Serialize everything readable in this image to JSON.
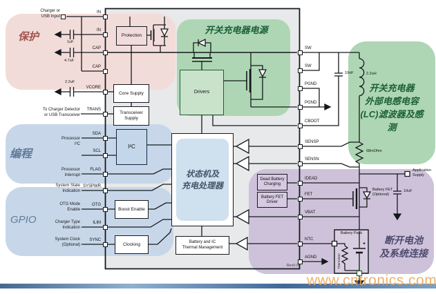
{
  "regions": {
    "protection": {
      "label": "保护"
    },
    "switch_power": {
      "label": "开关充电器电源"
    },
    "lc_filter": {
      "line1": "开关充电器",
      "line2": "外部电感电容",
      "line3": "(LC)滤波器及感",
      "line4": "测"
    },
    "programming": {
      "label": "编程"
    },
    "gpio": {
      "label": "GPIO"
    },
    "battery_disconnect": {
      "line1": "断开电池",
      "line2": "及系统连接"
    }
  },
  "blocks": {
    "protection": "Protection",
    "core_supply": "Core Supply",
    "transceiver_supply": {
      "line1": "Transceiver",
      "line2": "Supply"
    },
    "i2c": "I²C",
    "boost_enable": "Boost Enable",
    "clocking": "Clocking",
    "drivers": "Drivers",
    "state_machine": {
      "line1": "状态机及",
      "line2": "充电处理器"
    },
    "thermal": {
      "line1": "Battery and IC",
      "line2": "Thermal Management"
    },
    "dead_battery": {
      "line1": "Dead Battery",
      "line2": "Charging"
    },
    "battery_fet_driver": {
      "line1": "Battery FET",
      "line2": "Driver"
    }
  },
  "pins": {
    "left": [
      "IN",
      "IN",
      "CAP",
      "CAP",
      "VCORE",
      "TRANS",
      "SDA",
      "SCL",
      "FLAG",
      "SYSPWR",
      "OTG",
      "ILIM",
      "SYNC"
    ],
    "right": [
      "SW",
      "SW",
      "PGND",
      "PGND",
      "CBOOT",
      "SENSP",
      "SENSN",
      "IDEAD",
      "FET",
      "VBAT",
      "NTC",
      "AGND"
    ]
  },
  "annotations": {
    "charger_input": {
      "line1": "Charger or",
      "line2": "USB Input"
    },
    "charger_detector": {
      "line1": "To Charger Detector",
      "line2": "or USB Transceiver"
    },
    "processor_i2c": {
      "line1": "Processor",
      "line2": "I²C"
    },
    "processor_interrupt": {
      "line1": "Processor",
      "line2": "Interrupt"
    },
    "system_state": {
      "line1": "System State",
      "line2": "Indication"
    },
    "otg_mode": {
      "line1": "OTG Mode",
      "line2": "Enable"
    },
    "charger_type": {
      "line1": "Charger Type",
      "line2": "Indication"
    },
    "system_clock": {
      "line1": "System Clock",
      "line2": "(Optional)"
    },
    "application_supply": {
      "line1": "Application",
      "line2": "Supply"
    },
    "battery_fet_optional": {
      "line1": "Battery FET",
      "line2": "(Optional)"
    },
    "battery_pack": "Battery Pack",
    "thermistor": "Thermistor",
    "battery_plus": "+",
    "revision": "Rev0.9"
  },
  "components": {
    "cin": "1uF",
    "ccap": "4.7uF",
    "cvcore": "2.2uF",
    "cboot": "10nF",
    "inductor": "2.2uH",
    "rsense": "68mOhm",
    "cout": "10uF"
  },
  "watermark": "www.cntronics.com",
  "colors": {
    "region_pink": "#f2dcda",
    "region_green": "#aed6b4",
    "region_blue": "#c7d7e9",
    "region_purple": "#cec2da",
    "ic_fill": "#e8e9ea",
    "green_text": "#1b6038",
    "pink_text": "#a0524a",
    "blue_text": "#607a9b",
    "purple_text": "#4d4a6e",
    "watermark": "#e9a254"
  }
}
